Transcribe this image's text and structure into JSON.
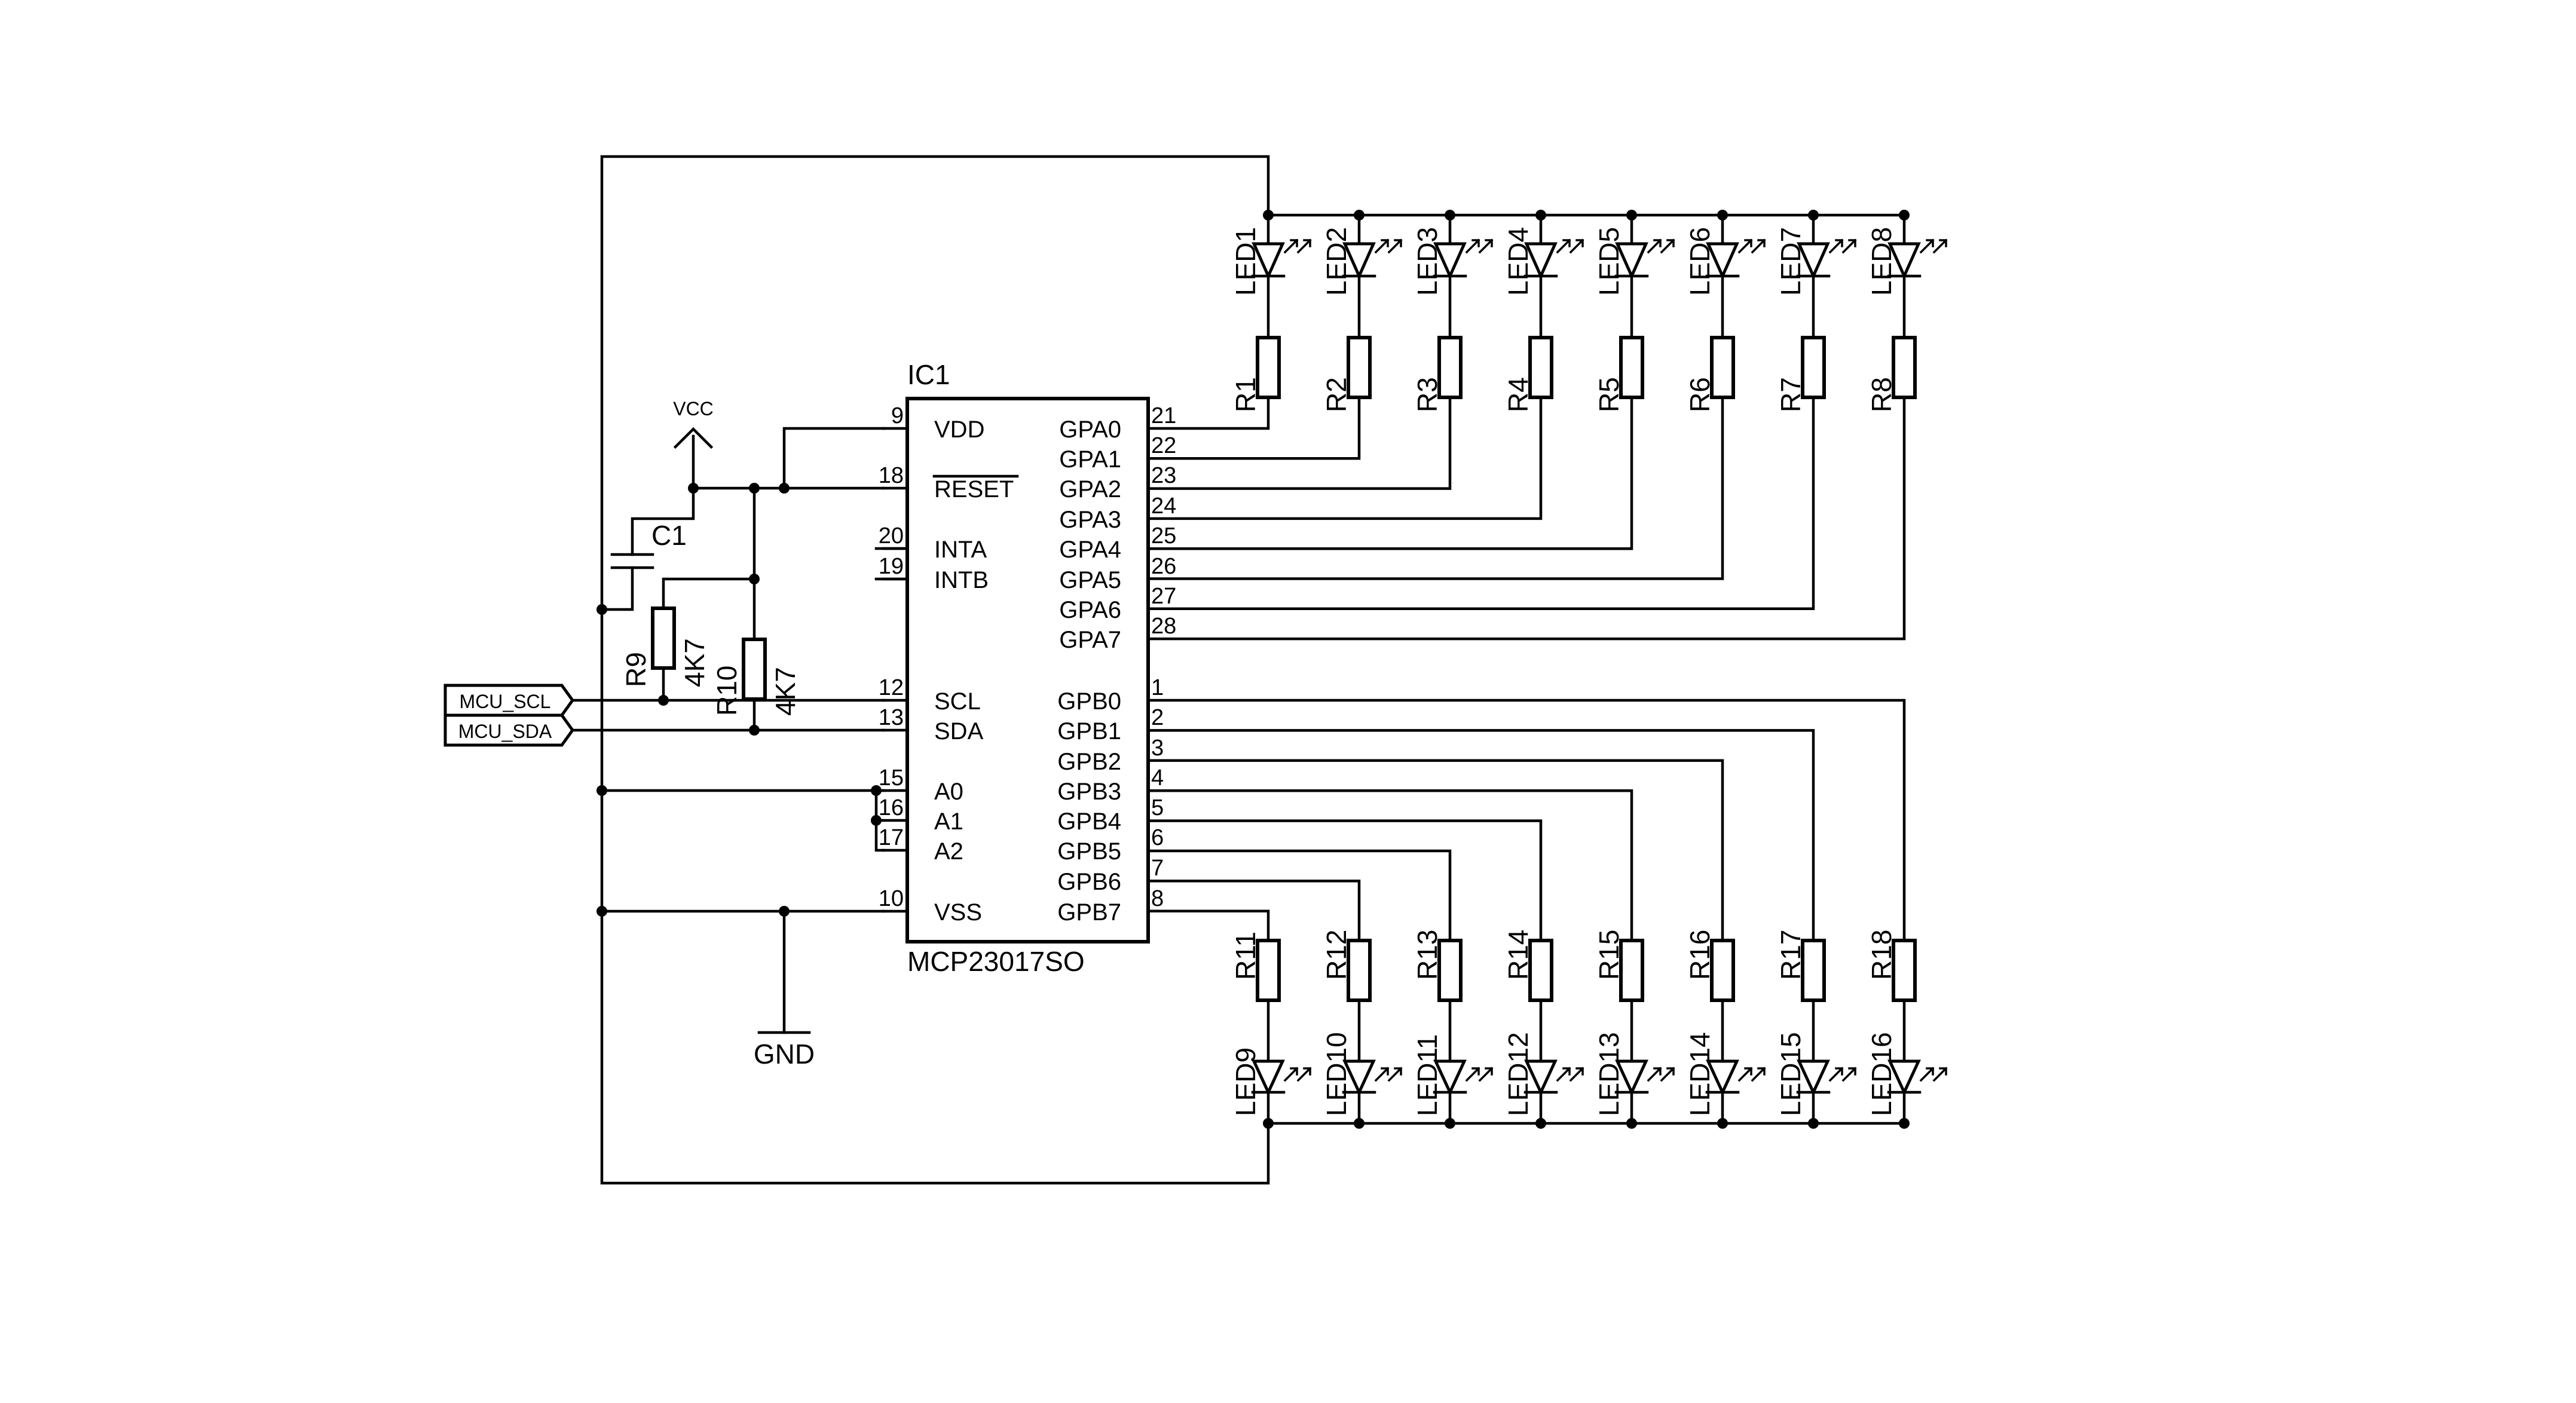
{
  "ic": {
    "ref": "IC1",
    "part": "MCP23017SO",
    "left_pins": [
      {
        "num": "9",
        "name": "VDD"
      },
      {
        "num": "18",
        "name": "RESET"
      },
      {
        "num": "20",
        "name": "INTA"
      },
      {
        "num": "19",
        "name": "INTB"
      },
      {
        "num": "12",
        "name": "SCL"
      },
      {
        "num": "13",
        "name": "SDA"
      },
      {
        "num": "15",
        "name": "A0"
      },
      {
        "num": "16",
        "name": "A1"
      },
      {
        "num": "17",
        "name": "A2"
      },
      {
        "num": "10",
        "name": "VSS"
      }
    ],
    "right_pins_a": [
      {
        "num": "21",
        "name": "GPA0"
      },
      {
        "num": "22",
        "name": "GPA1"
      },
      {
        "num": "23",
        "name": "GPA2"
      },
      {
        "num": "24",
        "name": "GPA3"
      },
      {
        "num": "25",
        "name": "GPA4"
      },
      {
        "num": "26",
        "name": "GPA5"
      },
      {
        "num": "27",
        "name": "GPA6"
      },
      {
        "num": "28",
        "name": "GPA7"
      }
    ],
    "right_pins_b": [
      {
        "num": "1",
        "name": "GPB0"
      },
      {
        "num": "2",
        "name": "GPB1"
      },
      {
        "num": "3",
        "name": "GPB2"
      },
      {
        "num": "4",
        "name": "GPB3"
      },
      {
        "num": "5",
        "name": "GPB4"
      },
      {
        "num": "6",
        "name": "GPB5"
      },
      {
        "num": "7",
        "name": "GPB6"
      },
      {
        "num": "8",
        "name": "GPB7"
      }
    ]
  },
  "power": {
    "vcc": "VCC",
    "gnd": "GND"
  },
  "capacitor": {
    "ref": "C1"
  },
  "pullups": [
    {
      "ref": "R9",
      "value": "4K7"
    },
    {
      "ref": "R10",
      "value": "4K7"
    }
  ],
  "ports": {
    "scl": "MCU_SCL",
    "sda": "MCU_SDA"
  },
  "top_leds": [
    "LED1",
    "LED2",
    "LED3",
    "LED4",
    "LED5",
    "LED6",
    "LED7",
    "LED8"
  ],
  "top_resistors": [
    "R1",
    "R2",
    "R3",
    "R4",
    "R5",
    "R6",
    "R7",
    "R8"
  ],
  "bottom_resistors": [
    "R11",
    "R12",
    "R13",
    "R14",
    "R15",
    "R16",
    "R17",
    "R18"
  ],
  "bottom_leds": [
    "LED9",
    "LED10",
    "LED11",
    "LED12",
    "LED13",
    "LED14",
    "LED15",
    "LED16"
  ]
}
